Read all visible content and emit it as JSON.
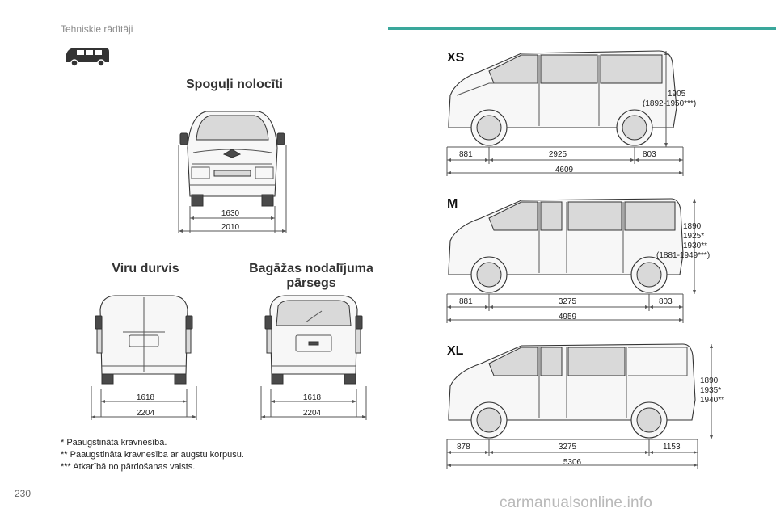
{
  "header": {
    "title": "Tehniskie rādītāji",
    "accent_color": "#3aa79b"
  },
  "page_number": "230",
  "section_titles": {
    "mirrors": "Spoguļi nolocīti",
    "side_door": "Viru durvis",
    "luggage_cover_line1": "Bagāžas nodalījuma",
    "luggage_cover_line2": "pārsegs"
  },
  "front_view": {
    "inner_width": "1630",
    "outer_width": "2010"
  },
  "side_door_view": {
    "inner_width": "1618",
    "outer_width": "2204"
  },
  "luggage_cover_view": {
    "inner_width": "1618",
    "outer_width": "2204"
  },
  "variants": {
    "xs": {
      "label": "XS",
      "height_lines": [
        "1905",
        "(1892-1950***)"
      ],
      "front_overhang": "881",
      "wheelbase": "2925",
      "rear_overhang": "803",
      "total_length": "4609"
    },
    "m": {
      "label": "M",
      "height_lines": [
        "1890",
        "1925*",
        "1930**",
        "(1881-1949***)"
      ],
      "front_overhang": "881",
      "wheelbase": "3275",
      "rear_overhang": "803",
      "total_length": "4959"
    },
    "xl": {
      "label": "XL",
      "height_lines": [
        "1890",
        "1935*",
        "1940**"
      ],
      "front_overhang": "878",
      "wheelbase": "3275",
      "rear_overhang": "1153",
      "total_length": "5306"
    }
  },
  "footnotes": [
    "* Paaugstināta kravnesība.",
    "** Paaugstināta kravnesība ar augstu korpusu.",
    "*** Atkarībā no pārdošanas valsts."
  ],
  "watermark": "carmanualsonline.info",
  "icons": {
    "van": "van-icon"
  }
}
